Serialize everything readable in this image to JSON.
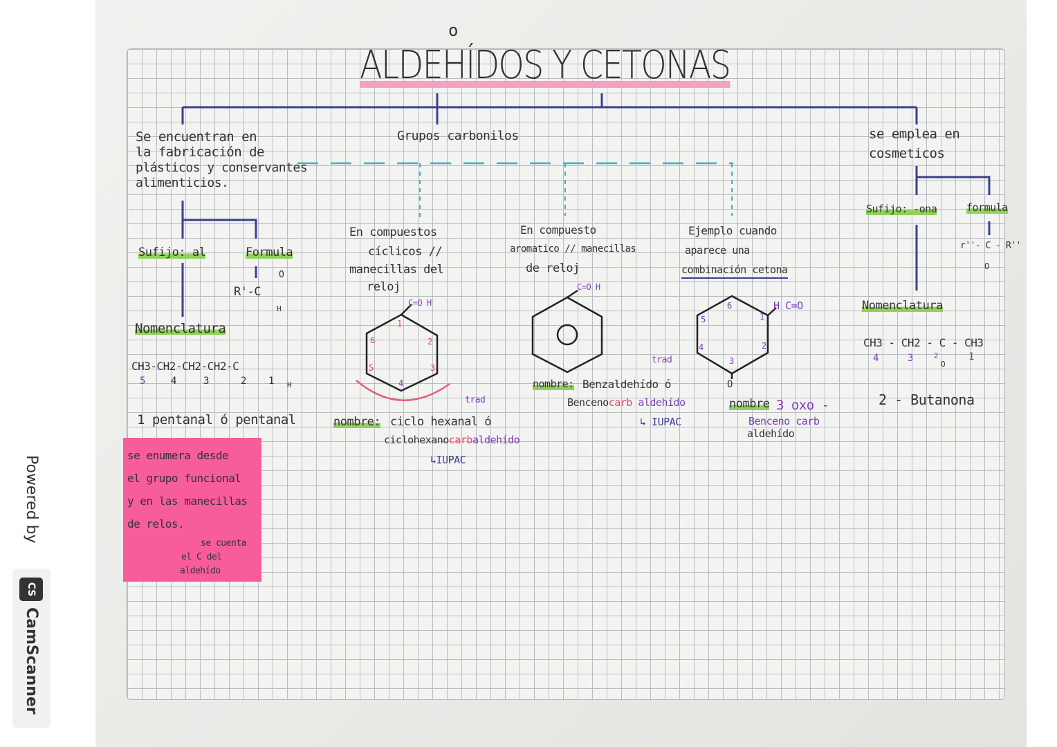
{
  "watermark": {
    "powered_by": "Powered by",
    "brand": "CamScanner",
    "logo": "CS"
  },
  "title": "ALDEHÍDOS Y CETONAS",
  "title_accent": "o",
  "center": {
    "label": "Grupos carbonilos"
  },
  "left": {
    "uses": [
      "Se encuentran en",
      "la fabricación de",
      "plásticos y conservantes",
      "alimenticios."
    ],
    "suffix": "Sufijo: al",
    "formula_label": "Formula",
    "formula": "R'-C",
    "formula_o": "O",
    "formula_h": "H",
    "nomenclature": "Nomenclatura",
    "chain": "CH3-CH2-CH2-CH2-C",
    "chain_numbers": [
      "5",
      "4",
      "3",
      "2",
      "1"
    ],
    "chain_h": "H",
    "name": "1 pentanal ó pentanal",
    "note": [
      "se enumera desde",
      "el grupo funcional",
      "y en las manecillas",
      "de relos."
    ],
    "note_sub": [
      "se cuenta",
      "el C del",
      "aldehído"
    ]
  },
  "cyclic": {
    "desc": [
      "En compuestos",
      "cíclicos //",
      "manecillas del",
      "reloj"
    ],
    "group": "C=O H",
    "ring_numbers": [
      "1",
      "2",
      "3",
      "4",
      "5",
      "6"
    ],
    "trad": "trad",
    "name_label": "nombre:",
    "name": "ciclo hexanal ó",
    "iupac_a": "ciclohexano",
    "iupac_b": "carb",
    "iupac_c": "aldehído",
    "iupac_tag": "↳IUPAC"
  },
  "aromatic": {
    "desc": [
      "En compuesto",
      "aromatico // manecillas",
      "de reloj"
    ],
    "group": "C=O H",
    "trad": "trad",
    "name_label": "nombre:",
    "name": "Benzaldehído ó",
    "iupac_a": "Benceno",
    "iupac_b": "carb",
    "iupac_c": "aldehído",
    "iupac_tag": "↳ IUPAC"
  },
  "example": {
    "desc": [
      "Ejemplo cuando",
      "aparece una",
      "combinación cetona"
    ],
    "group": "H C=O",
    "ring_numbers": [
      "1",
      "2",
      "3",
      "4",
      "5",
      "6"
    ],
    "ketone_o": "O",
    "name_label": "nombre",
    "name": "3 oxo -",
    "name_rest": [
      "Benceno carb",
      "aldehído"
    ]
  },
  "right": {
    "uses": [
      "se emplea en",
      "cosmeticos"
    ],
    "suffix": "Sufijo: -ona",
    "formula_label": "formula",
    "formula": "r''- C - R''",
    "formula_o": "O",
    "nomenclature": "Nomenclatura",
    "chain": "CH3 - CH2 - C - CH3",
    "chain_numbers": [
      "4",
      "3",
      "2",
      "1"
    ],
    "chain_o": "O",
    "name": "2 - Butanona"
  },
  "colors": {
    "ink": "#333333",
    "blue_ink": "#3a3f8f",
    "cyan_ink": "#3bb0c9",
    "highlight": "#8fd15a",
    "sticky_note": "#f75d9a",
    "pink_ink": "#d64a6a"
  }
}
